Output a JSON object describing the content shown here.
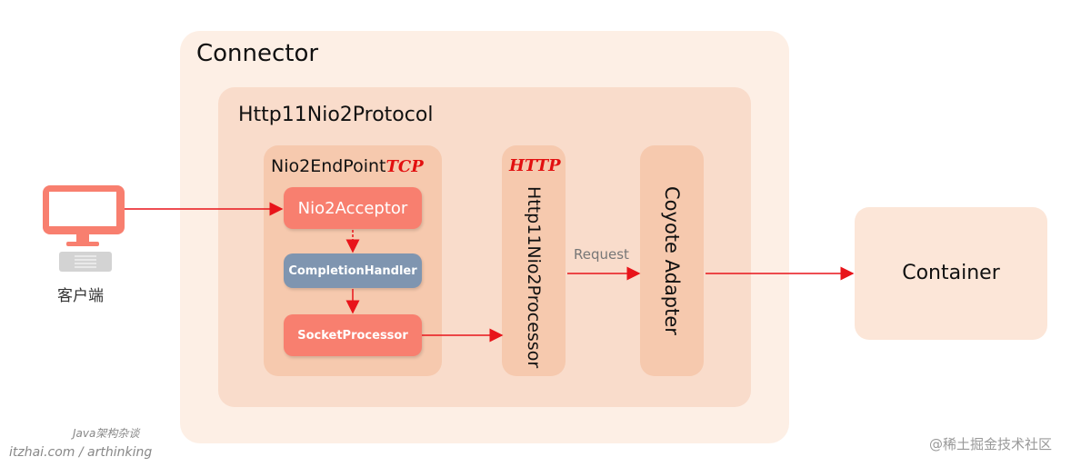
{
  "client": {
    "label": "客户端"
  },
  "connector": {
    "title": "Connector"
  },
  "protocol": {
    "title": "Http11Nio2Protocol"
  },
  "endpoint": {
    "title": "Nio2EndPoint",
    "tag": "TCP"
  },
  "nodes": {
    "acceptor": "Nio2Acceptor",
    "completion_handler": "CompletionHandler",
    "socket_processor": "SocketProcessor"
  },
  "processor": {
    "title": "Http11Nio2Processor",
    "tag": "HTTP"
  },
  "adapter": {
    "title": "Coyote Adapter"
  },
  "edge_labels": {
    "request": "Request"
  },
  "container": {
    "title": "Container"
  },
  "watermarks": {
    "left_line1": "Java架构杂谈",
    "left_line2": "itzhai.com / arthinking",
    "right": "@稀土掘金技术社区"
  },
  "colors": {
    "salmon": "#f87f6f",
    "blue": "#7f95b0",
    "arrow": "#e8141a"
  }
}
